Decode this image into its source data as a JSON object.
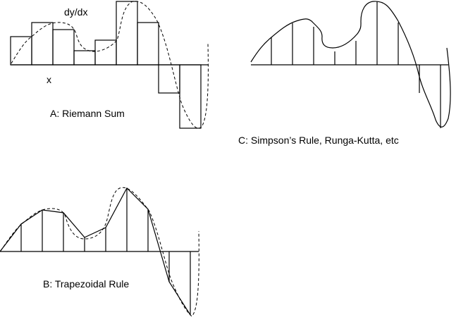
{
  "labels": {
    "dydx": "dy/dx",
    "x": "x",
    "panel_a": "A: Riemann Sum",
    "panel_b": "B: Trapezoidal Rule",
    "panel_c": "C: Simpson’s Rule, Runga-Kutta, etc"
  },
  "colors": {
    "ink": "#000000",
    "background": "#ffffff"
  }
}
